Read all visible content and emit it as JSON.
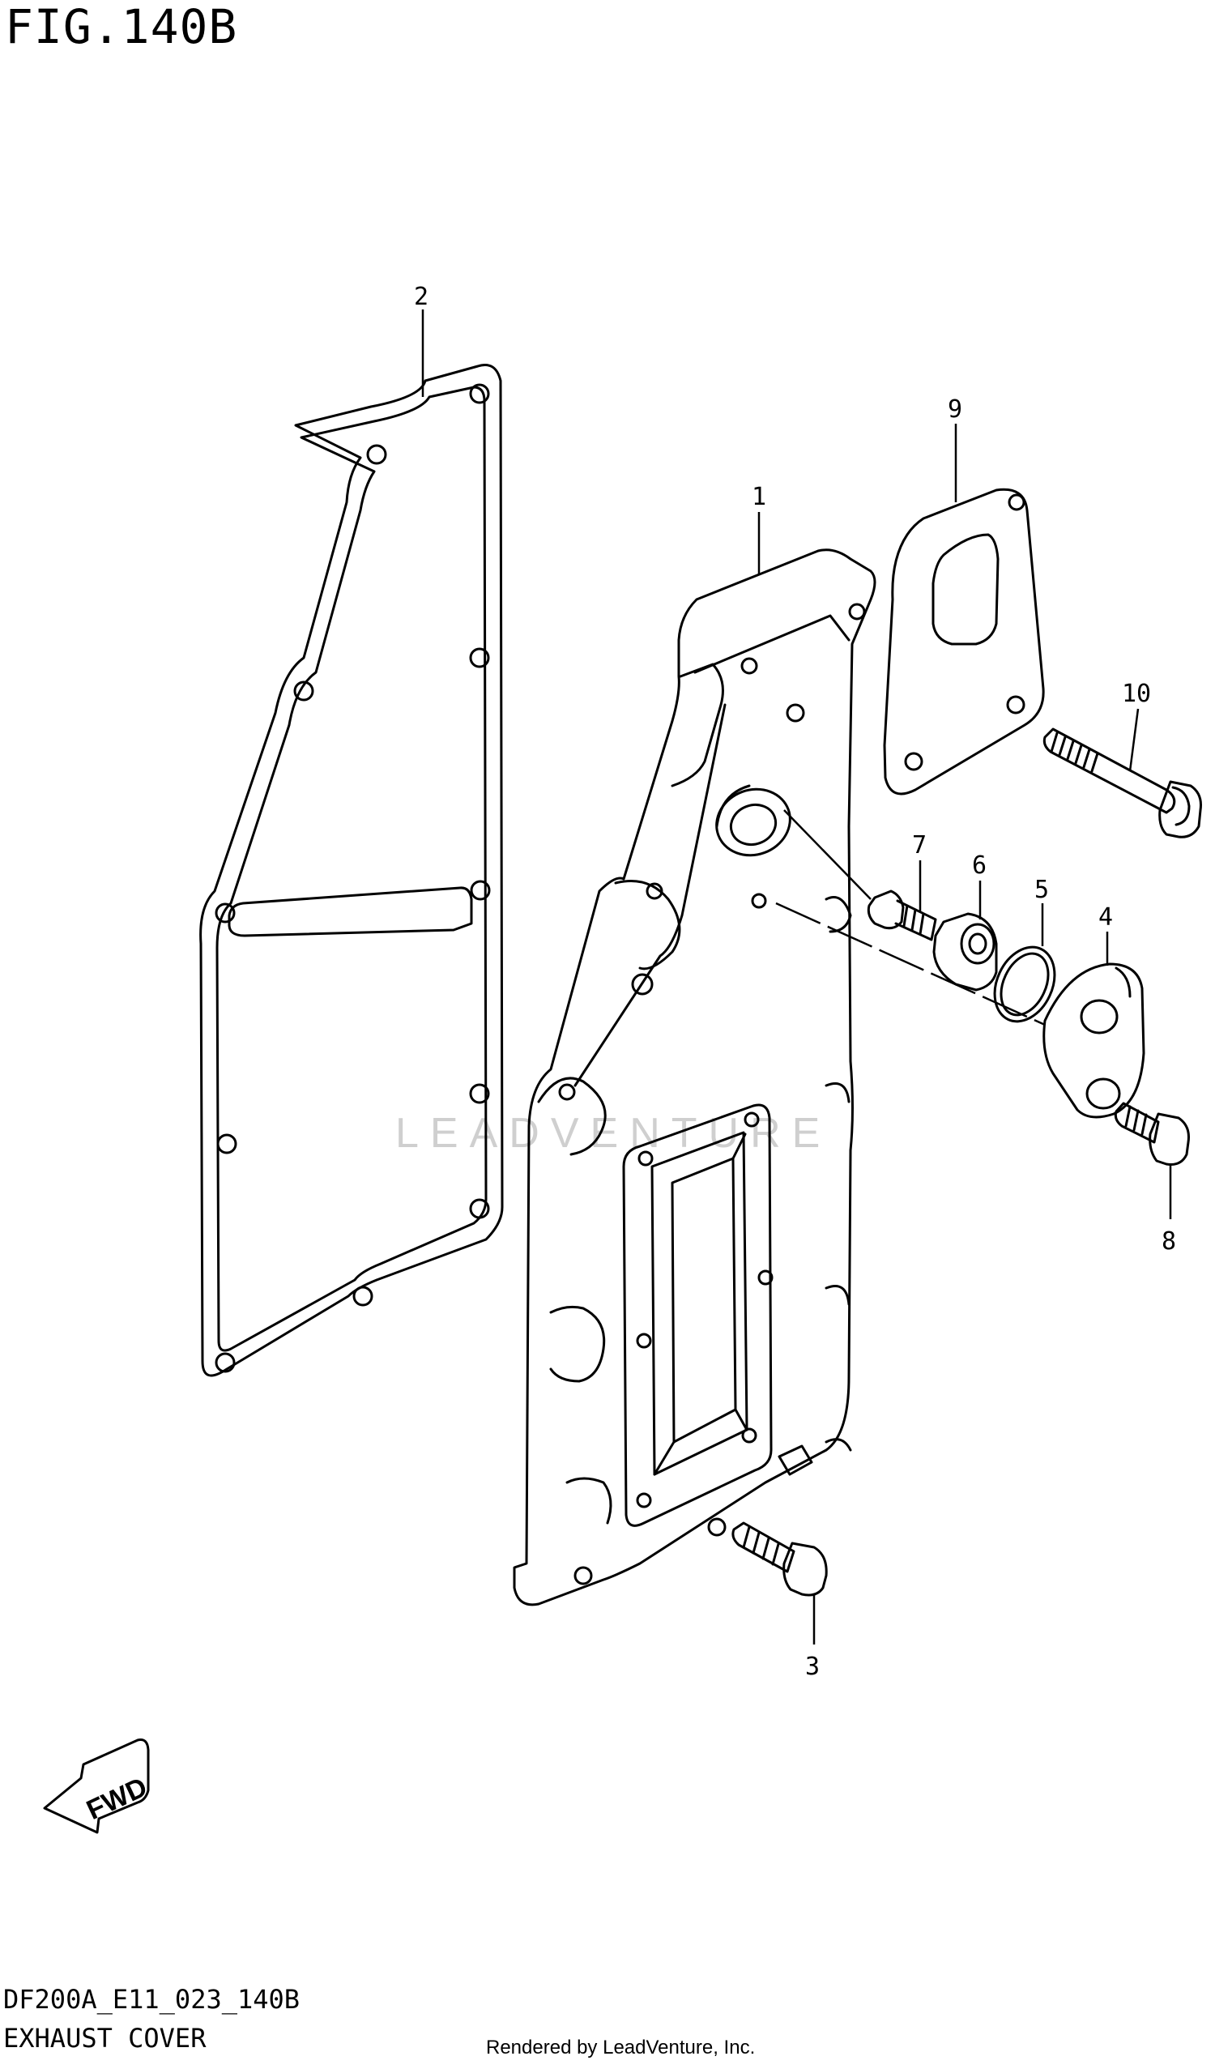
{
  "figure": {
    "title": "FIG.140B",
    "code": "DF200A_E11_023_140B",
    "name": "EXHAUST COVER",
    "credit": "Rendered by LeadVenture, Inc.",
    "watermark": "LEADVENTURE",
    "fwd_label": "FWD"
  },
  "callouts": [
    "1",
    "2",
    "3",
    "4",
    "5",
    "6",
    "7",
    "8",
    "9",
    "10"
  ],
  "colors": {
    "line": "#000000",
    "background": "#ffffff",
    "watermark": "#cfcfcf"
  },
  "icons": {
    "forward_arrow": "fwd-arrow-icon"
  }
}
